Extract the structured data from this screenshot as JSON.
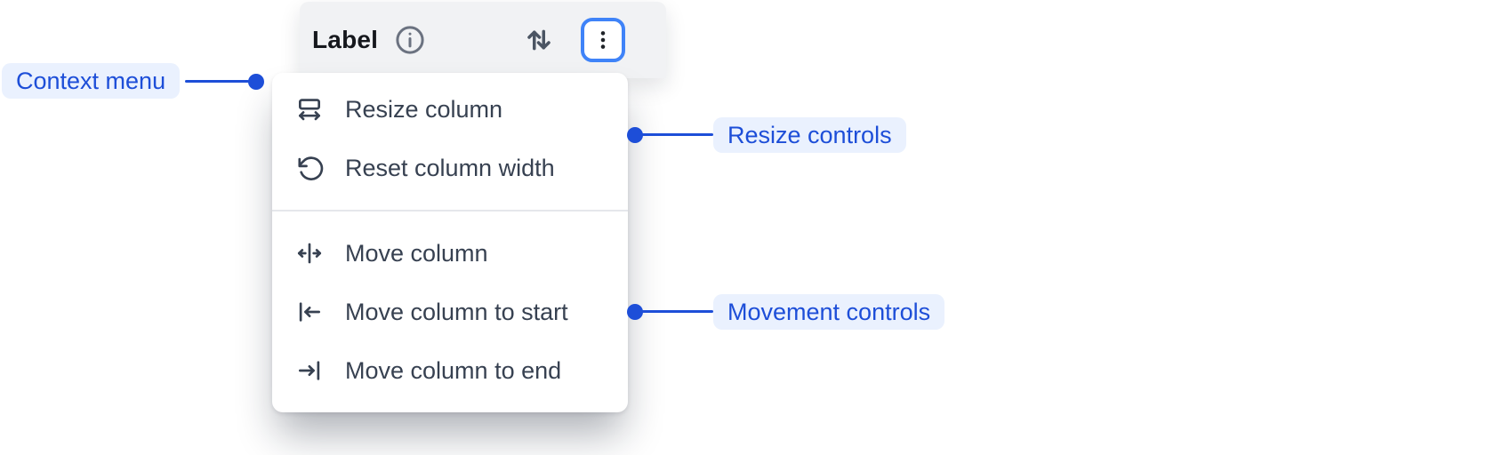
{
  "column_header": {
    "label": "Label",
    "info_icon": "info-circle",
    "sort_icon": "sort-arrows-up-down",
    "menu_button_icon": "kebab-vertical-dots"
  },
  "context_menu": {
    "resize_group": [
      {
        "icon": "resize-column-icon",
        "label": "Resize column"
      },
      {
        "icon": "reset-column-width-icon",
        "label": "Reset column width"
      }
    ],
    "movement_group": [
      {
        "icon": "move-column-icon",
        "label": "Move column"
      },
      {
        "icon": "move-column-to-start-icon",
        "label": "Move column to start"
      },
      {
        "icon": "move-column-to-end-icon",
        "label": "Move column to end"
      }
    ]
  },
  "annotations": {
    "context_menu_label": "Context menu",
    "resize_controls_label": "Resize controls",
    "movement_controls_label": "Movement controls"
  },
  "colors": {
    "accent_blue": "#1d4ed8",
    "focus_ring_blue": "#3f83f8",
    "annotation_pill_bg": "#eaf1fe",
    "header_bg": "#f1f2f4",
    "menu_text": "#374151"
  }
}
